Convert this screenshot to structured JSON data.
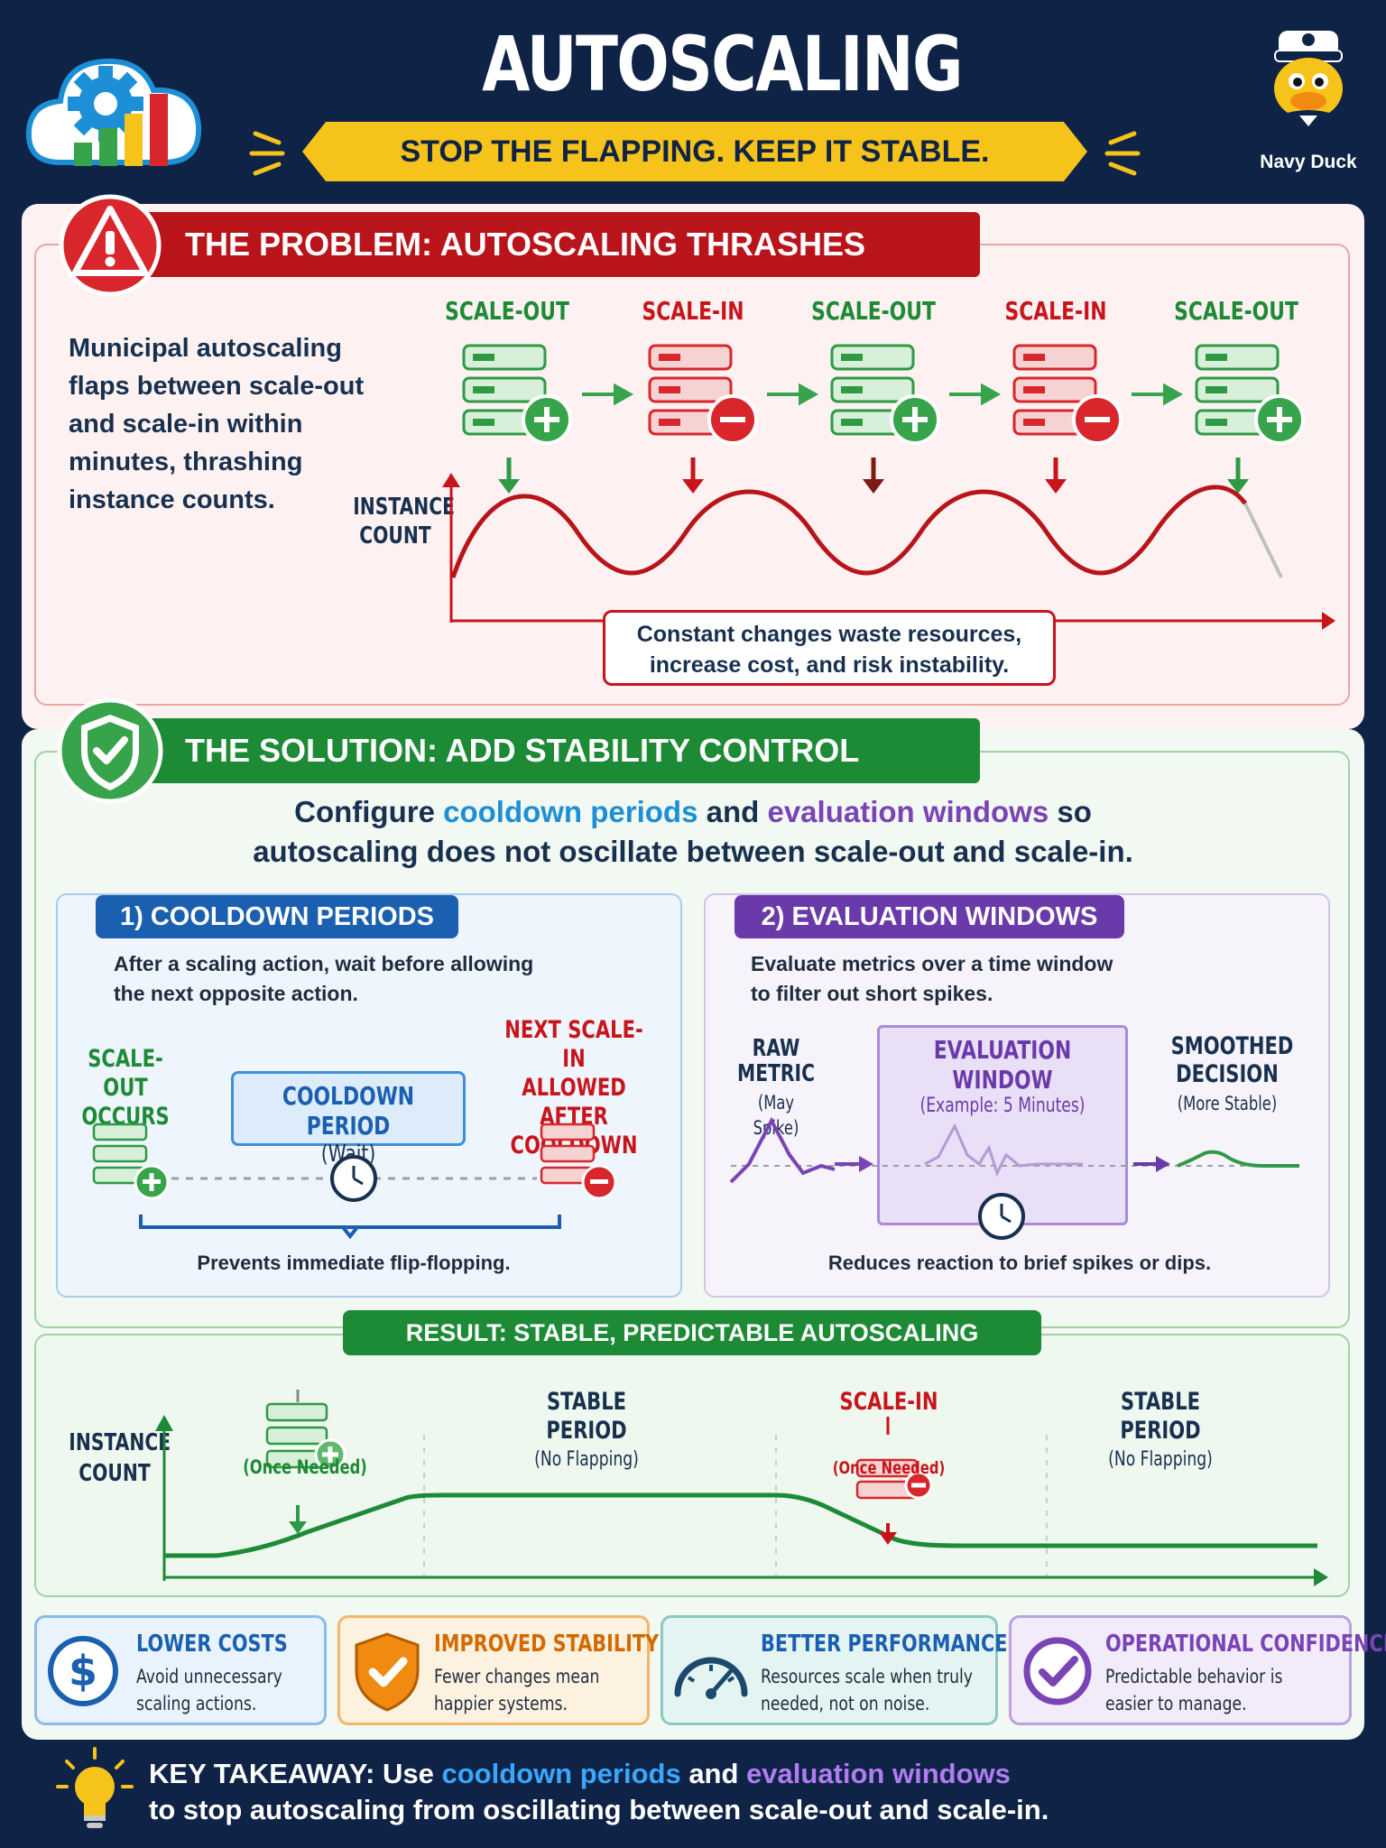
{
  "header": {
    "title": "AUTOSCALING STABILITY CONTROL",
    "subtitle": "STOP THE FLAPPING. KEEP IT STABLE.",
    "mascot_label": "Navy Duck"
  },
  "problem": {
    "banner": "THE PROBLEM: AUTOSCALING THRASHES",
    "description": "Municipal autoscaling flaps between scale-out and scale-in within minutes, thrashing instance counts.",
    "steps": [
      "SCALE-OUT",
      "SCALE-IN",
      "SCALE-OUT",
      "SCALE-IN",
      "SCALE-OUT"
    ],
    "y_axis_label_line1": "INSTANCE",
    "y_axis_label_line2": "COUNT",
    "callout_line1": "Constant changes waste resources,",
    "callout_line2": "increase cost, and risk instability."
  },
  "solution": {
    "banner": "THE SOLUTION: ADD STABILITY CONTROL",
    "intro_pre": "Configure ",
    "intro_cooldown": "cooldown periods",
    "intro_mid": " and ",
    "intro_eval": "evaluation windows",
    "intro_post": " so",
    "intro_line2": "autoscaling does not oscillate between scale-out and scale-in.",
    "cooldown": {
      "title": "1) COOLDOWN PERIODS",
      "desc_line1": "After a scaling action, wait before allowing",
      "desc_line2": "the next opposite action.",
      "scale_out_line1": "SCALE-OUT",
      "scale_out_line2": "OCCURS",
      "box_title": "COOLDOWN PERIOD",
      "box_sub": "(Wait)",
      "next_line1": "NEXT SCALE-IN",
      "next_line2": "ALLOWED",
      "next_line3": "AFTER COOLDOWN",
      "caption": "Prevents immediate flip-flopping."
    },
    "evaluation": {
      "title": "2) EVALUATION WINDOWS",
      "desc_line1": "Evaluate metrics over a time window",
      "desc_line2": "to filter out short spikes.",
      "raw_line1": "RAW",
      "raw_line2": "METRIC",
      "raw_sub": "(May Spike)",
      "window_title": "EVALUATION WINDOW",
      "window_sub": "(Example: 5 Minutes)",
      "smooth_line1": "SMOOTHED",
      "smooth_line2": "DECISION",
      "smooth_sub": "(More Stable)",
      "caption": "Reduces reaction to brief spikes or dips."
    }
  },
  "result": {
    "banner": "RESULT: STABLE, PREDICTABLE AUTOSCALING",
    "y_axis_label_line1": "INSTANCE",
    "y_axis_label_line2": "COUNT",
    "scale_out_note": "(Once Needed)",
    "stable1_title": "STABLE PERIOD",
    "stable1_sub": "(No Flapping)",
    "scale_in_title": "SCALE-IN",
    "scale_in_note": "(Once Needed)",
    "stable2_title": "STABLE PERIOD",
    "stable2_sub": "(No Flapping)"
  },
  "benefits": [
    {
      "title": "LOWER COSTS",
      "line1": "Avoid unnecessary",
      "line2": "scaling actions.",
      "icon": "dollar-icon",
      "color": "#1b5fb0"
    },
    {
      "title": "IMPROVED STABILITY",
      "line1": "Fewer changes mean",
      "line2": "happier systems.",
      "icon": "shield-check-icon",
      "color": "#e07a10"
    },
    {
      "title": "BETTER PERFORMANCE",
      "line1": "Resources scale when truly",
      "line2": "needed, not on noise.",
      "icon": "gauge-icon",
      "color": "#1b5fb0"
    },
    {
      "title": "OPERATIONAL CONFIDENCE",
      "line1": "Predictable behavior is",
      "line2": "easier to manage.",
      "icon": "check-circle-icon",
      "color": "#7a43b6"
    }
  ],
  "takeaway": {
    "label": "KEY TAKEAWAY:",
    "pre": " Use ",
    "cooldown": "cooldown periods",
    "mid": " and ",
    "eval": "evaluation windows",
    "line2": "to stop autoscaling from oscillating between scale-out and scale-in."
  },
  "colors": {
    "navy": "#0f2347",
    "red": "#c8141b",
    "green": "#1d8a35",
    "blue": "#1b5fb0",
    "purple": "#6b3aaa",
    "yellow": "#f6c31a"
  }
}
